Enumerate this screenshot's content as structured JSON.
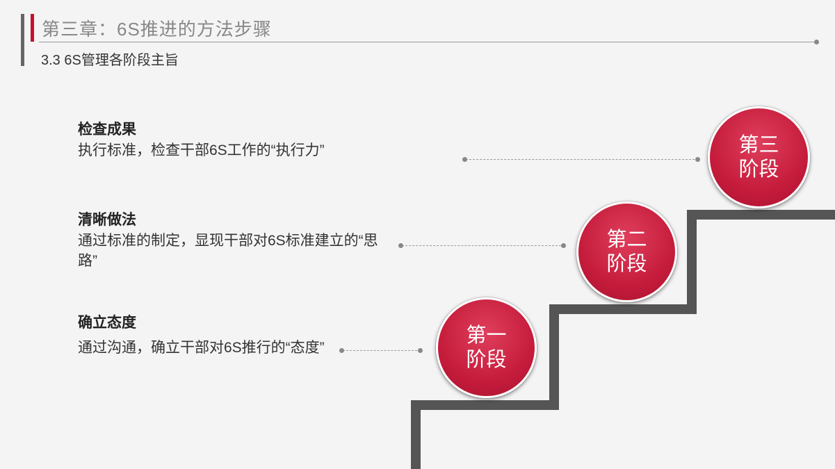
{
  "header": {
    "title": "第三章：6S推进的方法步骤",
    "subtitle": "3.3 6S管理各阶段主旨"
  },
  "stages": [
    {
      "circle_line1": "第三",
      "circle_line2": "阶段",
      "title": "检查成果",
      "desc": "执行标准，检查干部6S工作的“执行力”"
    },
    {
      "circle_line1": "第二",
      "circle_line2": "阶段",
      "title": "清晰做法",
      "desc": "通过标准的制定，显现干部对6S标准建立的“思路”"
    },
    {
      "circle_line1": "第一",
      "circle_line2": "阶段",
      "title": "确立态度",
      "desc": "通过沟通，确立干部对6S推行的“态度”"
    }
  ],
  "colors": {
    "accent": "#c8102e",
    "circle": "#c61c3c",
    "stairs": "#555555"
  }
}
